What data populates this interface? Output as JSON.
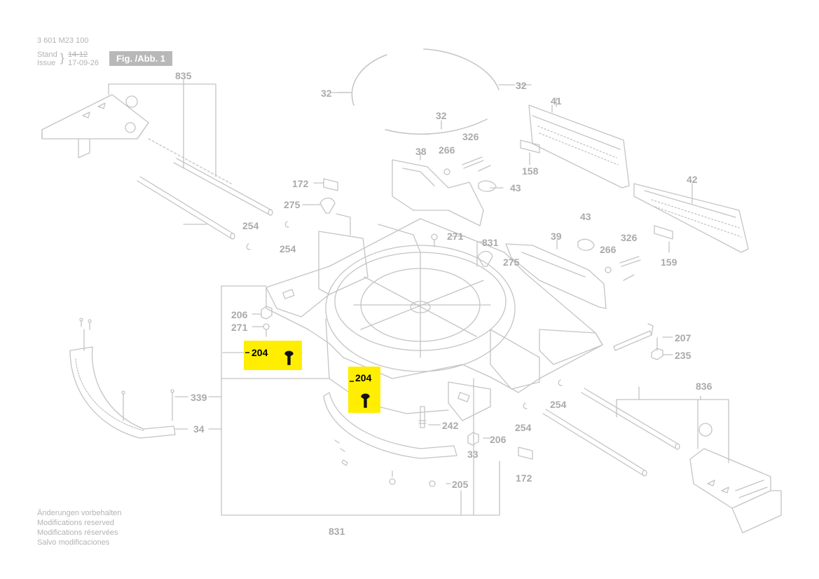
{
  "header": {
    "part_number": "3 601 M23 100",
    "stand_label": "Stand",
    "issue_label": "Issue",
    "stand_value": "14-12",
    "issue_value": "17-09-26",
    "figure_label": "Fig. /Abb. 1"
  },
  "notes": [
    "Änderungen vorbehalten",
    "Modifications reserved",
    "Modifications réservées",
    "Salvo modificaciones"
  ],
  "callouts": {
    "c835": "835",
    "c32a": "32",
    "c32b": "32",
    "c32c": "32",
    "c41": "41",
    "c38": "38",
    "c266a": "266",
    "c326a": "326",
    "c158": "158",
    "c172a": "172",
    "c43a": "43",
    "c42": "42",
    "c275a": "275",
    "c254a": "254",
    "c254b": "254",
    "c271a": "271",
    "c831a": "831",
    "c43b": "43",
    "c39": "39",
    "c326b": "326",
    "c266b": "266",
    "c275b": "275",
    "c159": "159",
    "c206a": "206",
    "c271b": "271",
    "c207": "207",
    "c235": "235",
    "c339": "339",
    "c836": "836",
    "c254c": "254",
    "c34": "34",
    "c242": "242",
    "c254d": "254",
    "c206b": "206",
    "c33": "33",
    "c172b": "172",
    "c205": "205",
    "c831b": "831"
  },
  "highlights": {
    "h204a": "204",
    "h204b": "204"
  },
  "colors": {
    "line": "#c4c4c4",
    "label": "#aaaaaa",
    "highlight": "#ffee00",
    "badge": "#b8b8b8"
  }
}
